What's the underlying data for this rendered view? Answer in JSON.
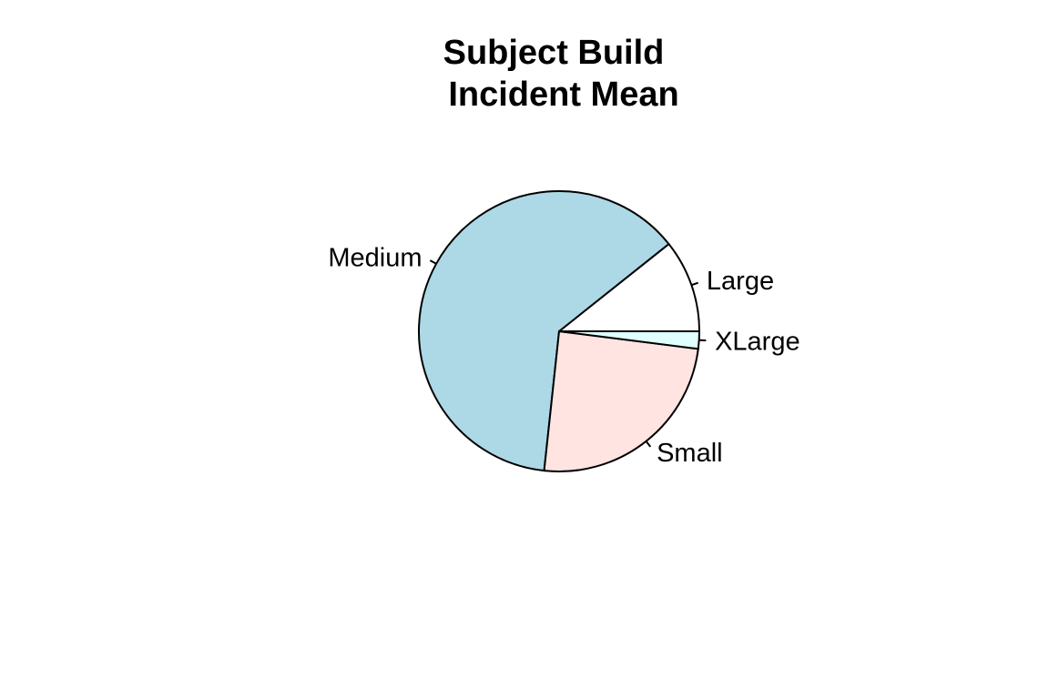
{
  "chart_data": {
    "type": "pie",
    "title": [
      "Subject Build",
      "Incident Mean"
    ],
    "start_angle_deg": 0,
    "direction": "counterclockwise",
    "slices": [
      {
        "label": "Large",
        "value": 10.7,
        "color": "#ffffff"
      },
      {
        "label": "Medium",
        "value": 62.6,
        "color": "#add8e6"
      },
      {
        "label": "Small",
        "value": 24.7,
        "color": "#ffe4e1"
      },
      {
        "label": "XLarge",
        "value": 2.0,
        "color": "#e0ffff"
      }
    ],
    "legend": "none",
    "grid": false
  }
}
